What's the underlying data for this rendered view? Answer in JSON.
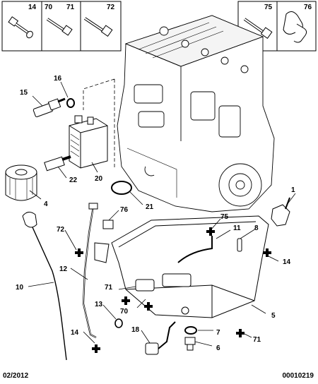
{
  "legend": {
    "box_left": [
      "14",
      "70",
      "71",
      "72"
    ],
    "box_right": [
      "75",
      "76"
    ]
  },
  "callouts": [
    "1",
    "4",
    "5",
    "6",
    "7",
    "8",
    "10",
    "11",
    "12",
    "13",
    "14",
    "14",
    "15",
    "16",
    "18",
    "20",
    "21",
    "22",
    "70",
    "71",
    "71",
    "72",
    "75",
    "76"
  ],
  "footer": {
    "date": "02/2012",
    "reference": "00010219"
  }
}
